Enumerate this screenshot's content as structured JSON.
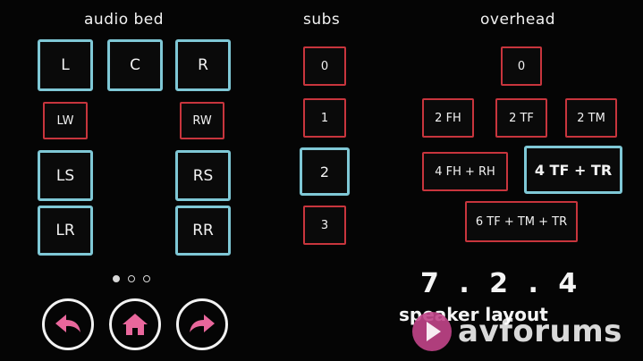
{
  "sections": {
    "audio_bed": "audio bed",
    "subs": "subs",
    "overhead": "overhead"
  },
  "audio_bed": {
    "L": "L",
    "C": "C",
    "R": "R",
    "LW": "LW",
    "RW": "RW",
    "LS": "LS",
    "RS": "RS",
    "LR": "LR",
    "RR": "RR"
  },
  "subs": [
    "0",
    "1",
    "2",
    "3"
  ],
  "overhead": {
    "o0": "0",
    "fh2": "2 FH",
    "tf2": "2 TF",
    "tm2": "2 TM",
    "fhrh4": "4 FH + RH",
    "tftr4": "4 TF + TR",
    "tftmtr6": "6 TF + TM + TR"
  },
  "layout": {
    "value": "7 . 2 . 4",
    "label": "speaker layout"
  },
  "watermark": "avforums",
  "colors": {
    "selected_border": "#7fc8d6",
    "unselected_border": "#c8353d",
    "icon_pink": "#e9679c"
  }
}
